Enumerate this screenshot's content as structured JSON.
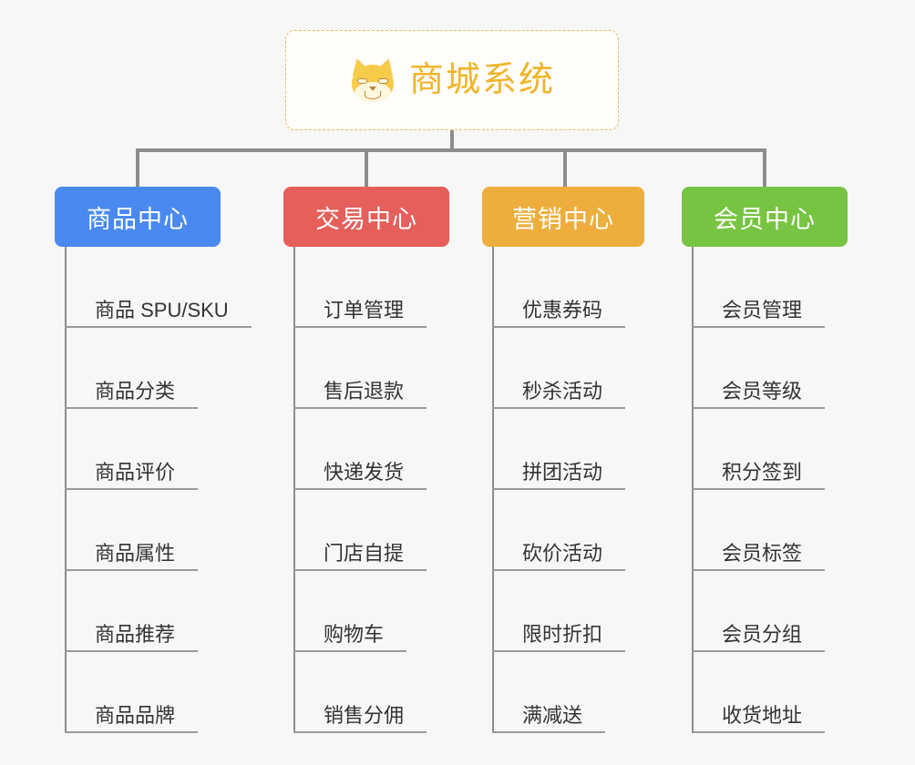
{
  "page": {
    "background_color": "#f7f7f7",
    "type": "mindmap-org-chart"
  },
  "root": {
    "title": "商城系统",
    "icon": "shiba-inu-dog-face-emoji",
    "text_color": "#f0b429",
    "border_color": "#f0b75c",
    "background_color": "#fffefb"
  },
  "connector": {
    "color": "#8d8d8d"
  },
  "branches": [
    {
      "label": "商品中心",
      "color": "#4a8af0",
      "items": [
        "商品 SPU/SKU",
        "商品分类",
        "商品评价",
        "商品属性",
        "商品推荐",
        "商品品牌"
      ]
    },
    {
      "label": "交易中心",
      "color": "#e55f5b",
      "items": [
        "订单管理",
        "售后退款",
        "快递发货",
        "门店自提",
        "购物车",
        "销售分佣"
      ]
    },
    {
      "label": "营销中心",
      "color": "#eeae3e",
      "items": [
        "优惠券码",
        "秒杀活动",
        "拼团活动",
        "砍价活动",
        "限时折扣",
        "满减送"
      ]
    },
    {
      "label": "会员中心",
      "color": "#77c442",
      "items": [
        "会员管理",
        "会员等级",
        "积分签到",
        "会员标签",
        "会员分组",
        "收货地址"
      ]
    }
  ]
}
